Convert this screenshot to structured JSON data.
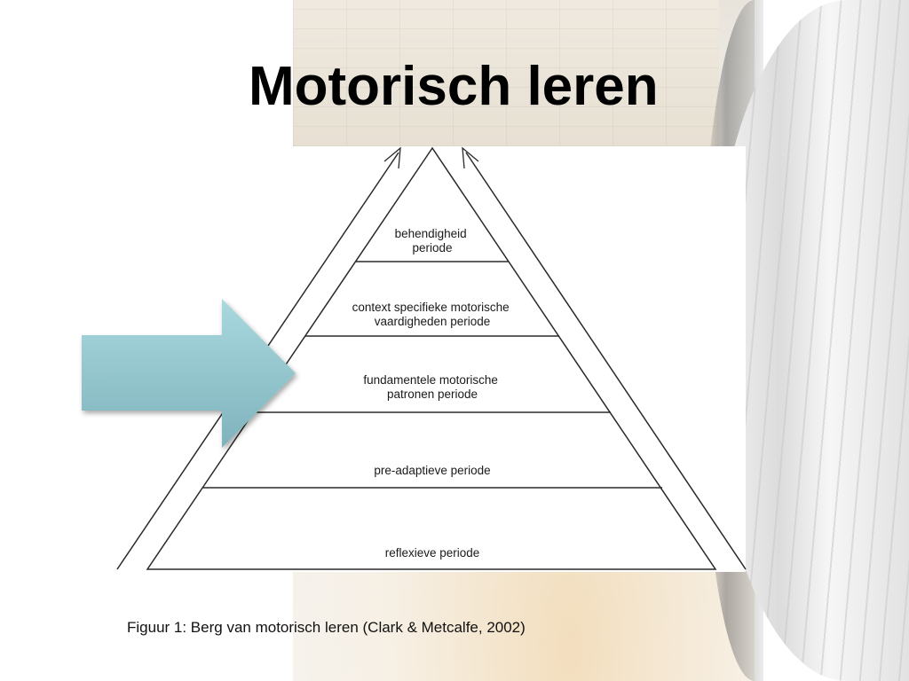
{
  "title": "Motorisch leren",
  "pyramid": {
    "levels": [
      {
        "lines": [
          "behendigheid",
          "periode"
        ]
      },
      {
        "lines": [
          "context specifieke motorische",
          "vaardigheden periode"
        ]
      },
      {
        "lines": [
          "fundamentele motorische",
          "patronen periode"
        ]
      },
      {
        "lines": [
          "pre-adaptieve periode"
        ]
      },
      {
        "lines": [
          "reflexieve periode"
        ]
      }
    ],
    "highlighted_level": "fundamentele motorische patronen periode"
  },
  "caption": "Figuur 1: Berg van motorisch leren (Clark & Metcalfe, 2002)",
  "colors": {
    "arrow_fill_top": "#a9d8df",
    "arrow_fill_bottom": "#7fb3bc",
    "line": "#2a2a2a"
  }
}
